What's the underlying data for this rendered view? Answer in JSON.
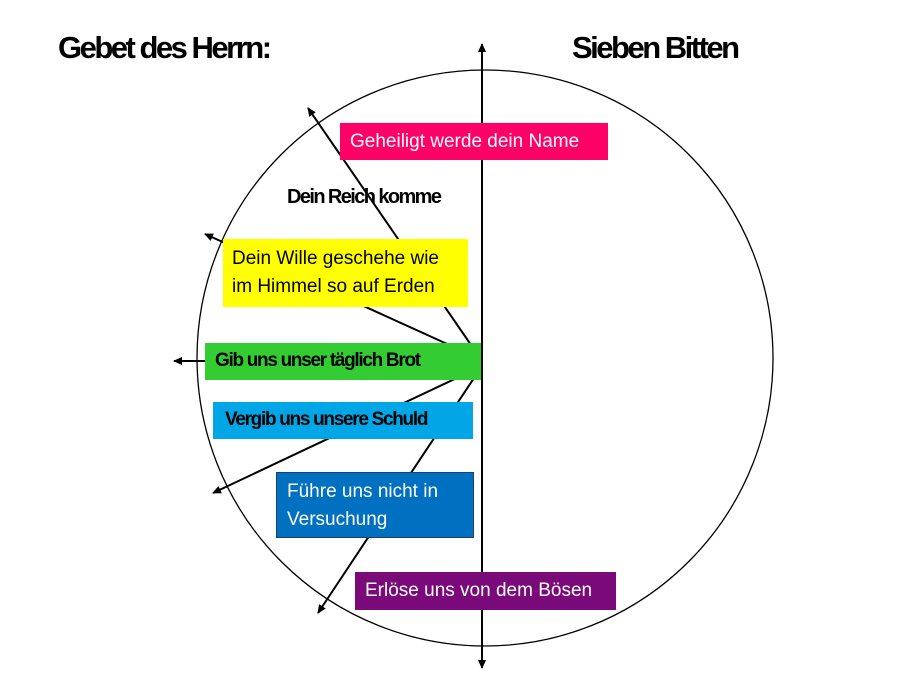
{
  "title_left": "Gebet des Herrn:",
  "title_right": "Sieben Bitten",
  "petitions": {
    "p1": "Geheiligt werde  dein Name",
    "p2": "Dein Reich komme",
    "p3_line1": "Dein Wille geschehe wie",
    "p3_line2": "im Himmel so auf Erden",
    "p4": "Gib uns unser  täglich Brot",
    "p5": "Vergib uns unsere Schuld",
    "p6_line1": "Führe uns nicht in",
    "p6_line2": "Versuchung",
    "p7": "Erlöse uns von dem Bösen"
  },
  "colors": {
    "p1": "#ff0066",
    "p3": "#ffff00",
    "p4": "#33cc33",
    "p5": "#00a6e6",
    "p6": "#0070c0",
    "p7": "#7a0a7a"
  }
}
